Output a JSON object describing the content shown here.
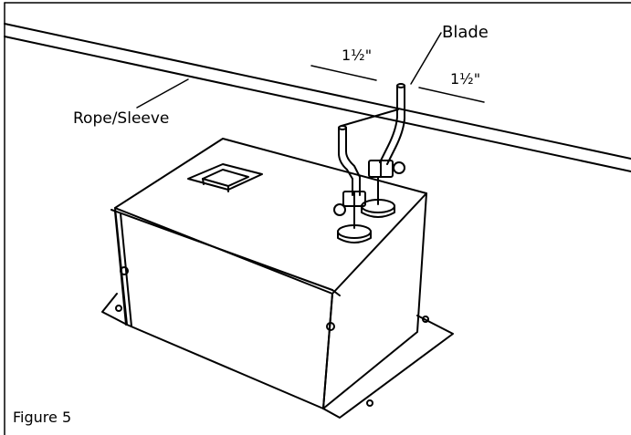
{
  "labels": {
    "blade": "Blade",
    "dim_left": "1½\"",
    "dim_right": "1½\"",
    "rope_sleeve": "Rope/Sleeve",
    "figure_caption": "Figure 5"
  },
  "colors": {
    "stroke": "#000000",
    "background": "#ffffff"
  }
}
